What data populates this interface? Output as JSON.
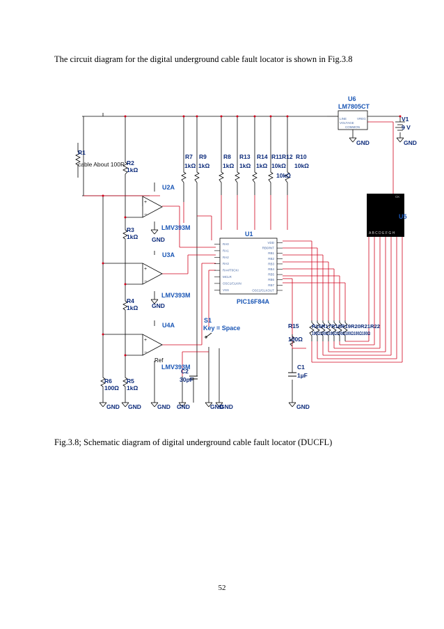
{
  "document": {
    "intro_text": "The circuit diagram for the digital underground cable fault locator is shown in Fig.3.8",
    "caption": "Fig.3.8; Schematic diagram of digital underground cable fault locator (DUCFL)",
    "page_number": "52"
  },
  "schematic": {
    "regulator": {
      "ref": "U6",
      "part": "LM7805CT",
      "pin_line": "LINE",
      "pin_vreg": "VREG",
      "pin_voltage": "VOLTAGE",
      "pin_common": "COMMON"
    },
    "battery": {
      "ref": "V1",
      "value": "9 V"
    },
    "display": {
      "ref": "U5",
      "top_pin": "CK",
      "segments": "A B C D E F G H"
    },
    "mcu": {
      "ref": "U1",
      "part": "PIC16F84A",
      "left_pins": [
        "RA0",
        "RA1",
        "RA2",
        "RA3",
        "RA4/T0CKI",
        "MCLR",
        "OSC1/CLKIN",
        "VSS"
      ],
      "right_pins": [
        "VDD",
        "RB0/INT",
        "RB1",
        "RB2",
        "RB3",
        "RB4",
        "RB5",
        "RB6",
        "RB7",
        "OSC2/CLKOUT"
      ]
    },
    "comparators": [
      {
        "ref": "U2A",
        "part": "LMV393M",
        "gnd": "GND"
      },
      {
        "ref": "U3A",
        "part": "LMV393M",
        "gnd": "GND"
      },
      {
        "ref": "U4A",
        "part": "LMV393M",
        "ref_label": "Ref"
      }
    ],
    "r1": {
      "ref": "R1",
      "value": "cable About 100R"
    },
    "left_resistors": [
      {
        "ref": "R2",
        "value": "1kΩ"
      },
      {
        "ref": "R3",
        "value": "1kΩ"
      },
      {
        "ref": "R4",
        "value": "1kΩ"
      },
      {
        "ref": "R5",
        "value": "1kΩ"
      },
      {
        "ref": "R6",
        "value": "100Ω"
      }
    ],
    "pullups": [
      {
        "ref": "R7",
        "value": "1kΩ"
      },
      {
        "ref": "R9",
        "value": "1kΩ"
      },
      {
        "ref": "R8",
        "value": "1kΩ"
      },
      {
        "ref": "R13",
        "value": "1kΩ"
      },
      {
        "ref": "R14",
        "value": "1kΩ"
      },
      {
        "ref": "R11",
        "value": "10kΩ"
      },
      {
        "ref": "R12",
        "value": "10kΩ"
      },
      {
        "ref": "R10",
        "value": "10kΩ"
      }
    ],
    "switch": {
      "ref": "S1",
      "label": "Key = Space"
    },
    "c2": {
      "ref": "C2",
      "value": "30pF"
    },
    "c1": {
      "ref": "C1",
      "value": "1µF"
    },
    "r15": {
      "ref": "R15",
      "value": "100Ω"
    },
    "seg_res_refs": "R16R17R18R19R20R21R22",
    "seg_res_vals": "100Ω100Ω100Ω100Ω100Ω100Ω100Ω",
    "gnd": "GND"
  }
}
